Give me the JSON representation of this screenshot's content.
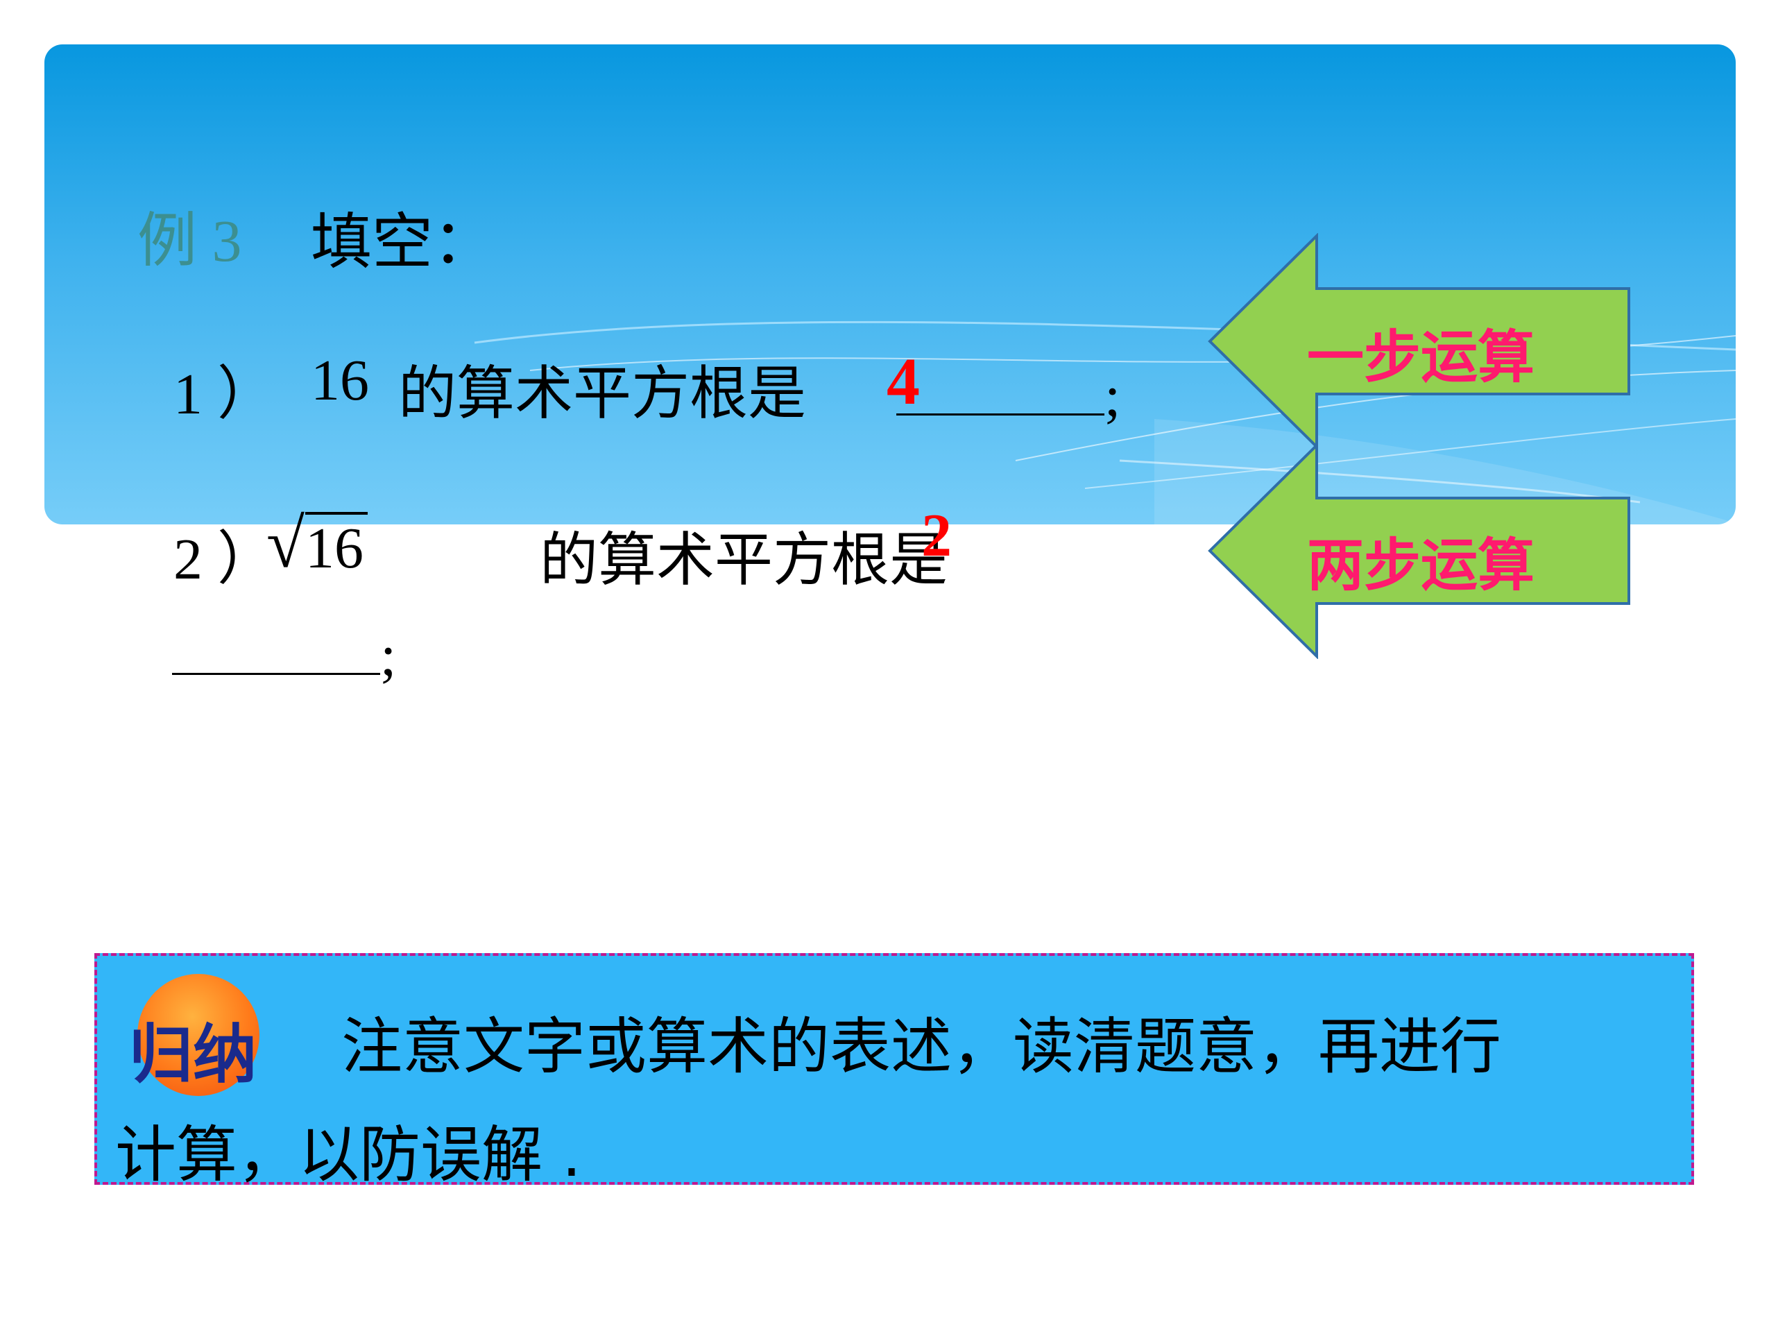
{
  "example": {
    "label": "例 3",
    "title": "填空："
  },
  "questions": [
    {
      "number": "1 ）",
      "value": "16",
      "text": "的算术平方根是",
      "answer": "4",
      "end": ";"
    },
    {
      "number": "2 ）",
      "radical": "√",
      "radicand": "16",
      "text": "的算术平方根是",
      "answer": "2",
      "end": ";"
    }
  ],
  "arrows": [
    {
      "label": "一步运算"
    },
    {
      "label": "两步运算"
    }
  ],
  "summary": {
    "badge": "归纳",
    "line1": "注意文字或算术的表述，读清题意，再进行",
    "line2": "计算，以防误解 ."
  },
  "colors": {
    "answer": "#ff0000",
    "arrow_fill": "#92d050",
    "arrow_stroke": "#2f6ea8",
    "arrow_text": "#ff1a6e",
    "summary_bg": "#33b6f8",
    "summary_border": "#c0198f",
    "banner_top": "#0897df",
    "banner_bottom": "#76cdf8"
  }
}
